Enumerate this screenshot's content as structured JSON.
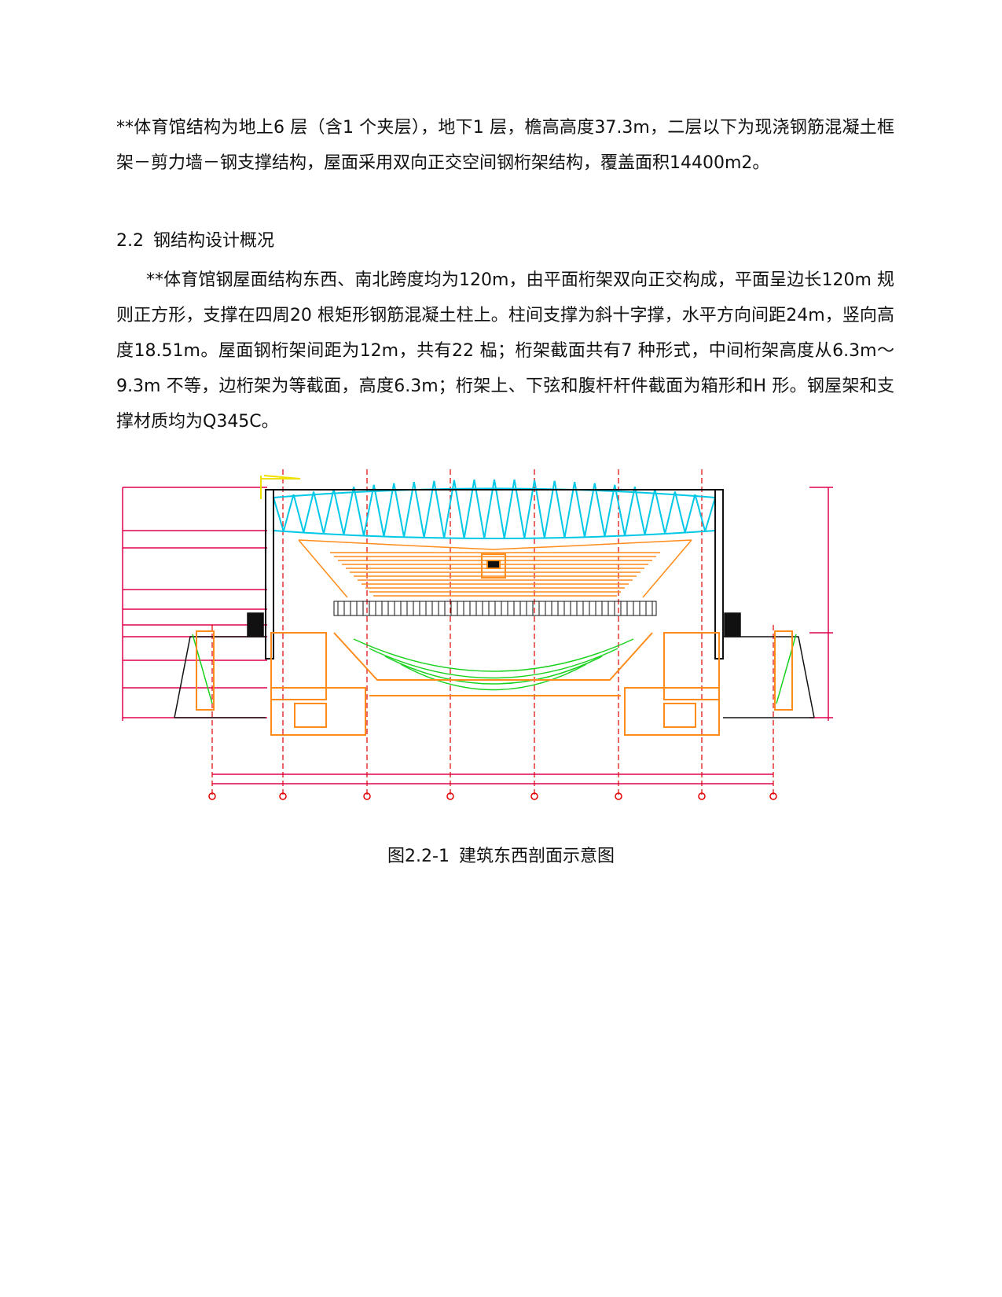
{
  "paragraphs": [
    "**体育馆结构为地上6 层（含1 个夹层），地下1 层，檐高高度37.3m，二层以下为现浇钢筋混凝土框架－剪力墙－钢支撑结构，屋面采用双向正交空间钢桁架结构，覆盖面积14400m2。",
    "**体育馆钢屋面结构东西、南北跨度均为120m，由平面桁架双向正交构成，平面呈边长120m 规则正方形，支撑在四周20 根矩形钢筋混凝土柱上。柱间支撑为斜十字撑，水平方向间距24m，竖向高度18.51m。屋面钢桁架间距为12m，共有22 榀；桁架截面共有7 种形式，中间桁架高度从6.3m～9.3m 不等，边桁架为等截面，高度6.3m；桁架上、下弦和腹杆杆件截面为箱形和H 形。钢屋架和支撑材质均为Q345C。"
  ],
  "section": {
    "number": "2.2",
    "title": "钢结构设计概况"
  },
  "figure": {
    "caption_number": "图2.2-1",
    "caption_text": "建筑东西剖面示意图",
    "colors": {
      "truss": "#00c8e6",
      "concrete": "#ff8c1a",
      "axis": "#e00000",
      "dimension": "#e0004c",
      "structure": "#111111",
      "seating_green": "#19d21e",
      "crane": "#f0e000"
    }
  }
}
